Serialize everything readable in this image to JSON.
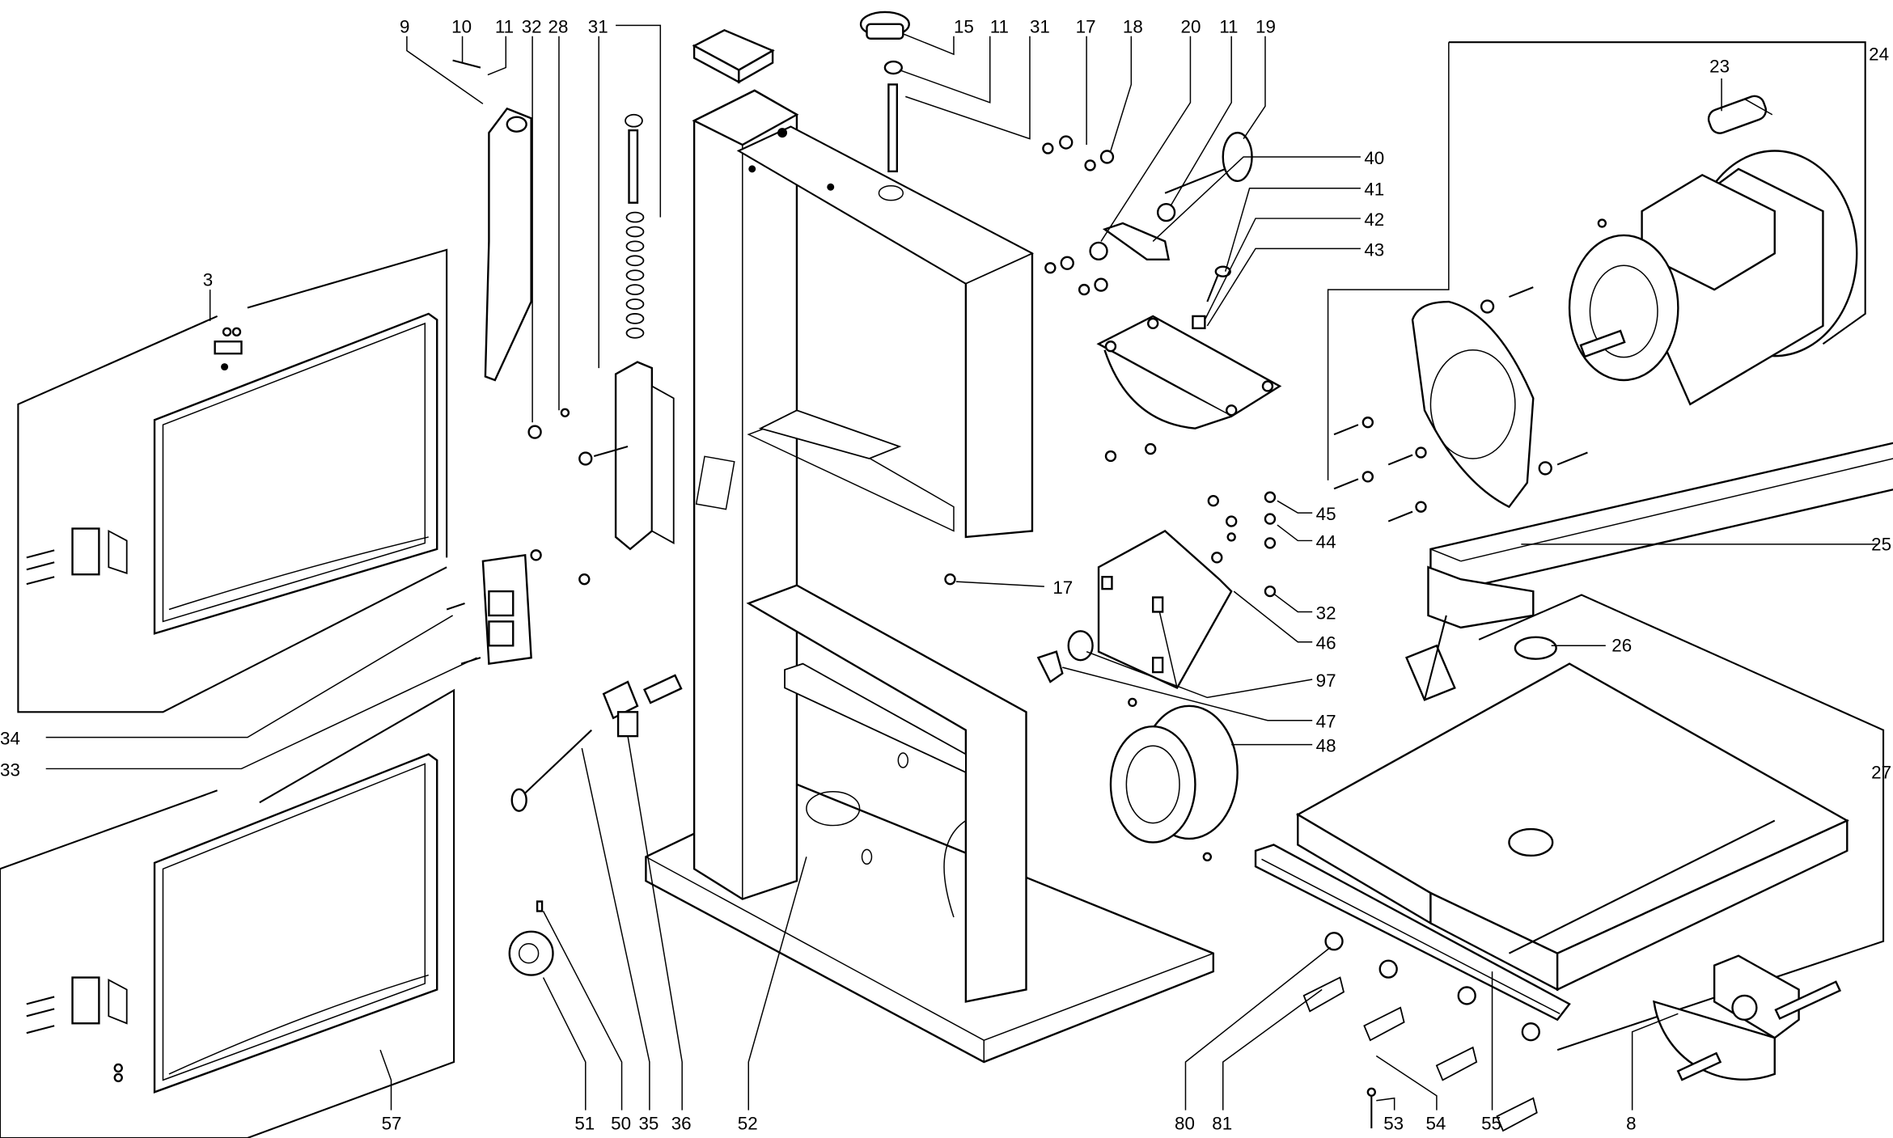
{
  "diagram": {
    "type": "exploded-parts-diagram",
    "subject": "band saw",
    "line_color": "#000000",
    "background": "#ffffff"
  },
  "callouts": [
    {
      "id": "c-9",
      "label": "9"
    },
    {
      "id": "c-10",
      "label": "10"
    },
    {
      "id": "c-11a",
      "label": "11"
    },
    {
      "id": "c-32a",
      "label": "32"
    },
    {
      "id": "c-28",
      "label": "28"
    },
    {
      "id": "c-31a",
      "label": "31"
    },
    {
      "id": "c-15",
      "label": "15"
    },
    {
      "id": "c-11b",
      "label": "11"
    },
    {
      "id": "c-31b",
      "label": "31"
    },
    {
      "id": "c-17a",
      "label": "17"
    },
    {
      "id": "c-18",
      "label": "18"
    },
    {
      "id": "c-20",
      "label": "20"
    },
    {
      "id": "c-11c",
      "label": "11"
    },
    {
      "id": "c-19",
      "label": "19"
    },
    {
      "id": "c-23",
      "label": "23"
    },
    {
      "id": "c-24",
      "label": "24"
    },
    {
      "id": "c-40",
      "label": "40"
    },
    {
      "id": "c-41",
      "label": "41"
    },
    {
      "id": "c-42",
      "label": "42"
    },
    {
      "id": "c-43",
      "label": "43"
    },
    {
      "id": "c-3",
      "label": "3"
    },
    {
      "id": "c-45",
      "label": "45"
    },
    {
      "id": "c-44",
      "label": "44"
    },
    {
      "id": "c-25",
      "label": "25"
    },
    {
      "id": "c-17b",
      "label": "17"
    },
    {
      "id": "c-32b",
      "label": "32"
    },
    {
      "id": "c-46",
      "label": "46"
    },
    {
      "id": "c-26",
      "label": "26"
    },
    {
      "id": "c-97",
      "label": "97"
    },
    {
      "id": "c-47",
      "label": "47"
    },
    {
      "id": "c-48",
      "label": "48"
    },
    {
      "id": "c-27",
      "label": "27"
    },
    {
      "id": "c-34",
      "label": "34"
    },
    {
      "id": "c-33",
      "label": "33"
    },
    {
      "id": "c-57",
      "label": "57"
    },
    {
      "id": "c-51",
      "label": "51"
    },
    {
      "id": "c-50",
      "label": "50"
    },
    {
      "id": "c-35",
      "label": "35"
    },
    {
      "id": "c-36",
      "label": "36"
    },
    {
      "id": "c-52",
      "label": "52"
    },
    {
      "id": "c-80",
      "label": "80"
    },
    {
      "id": "c-81",
      "label": "81"
    },
    {
      "id": "c-53",
      "label": "53"
    },
    {
      "id": "c-54",
      "label": "54"
    },
    {
      "id": "c-55",
      "label": "55"
    },
    {
      "id": "c-8",
      "label": "8"
    }
  ]
}
